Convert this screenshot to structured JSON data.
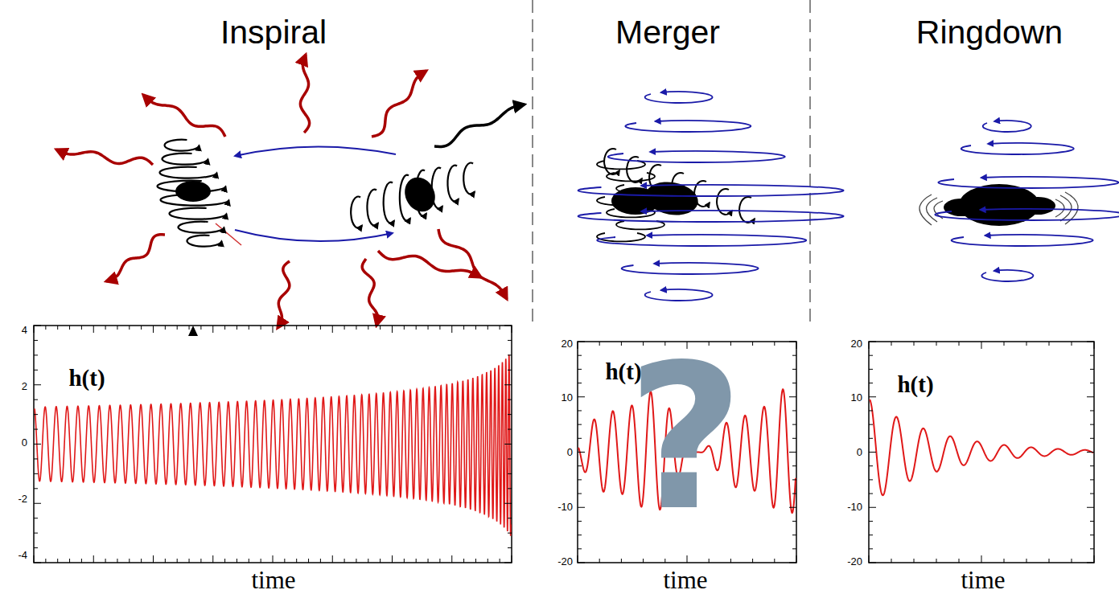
{
  "diagram": {
    "labels": [
      "Inspiral",
      "Merger",
      "Ringdown",
      "h(t)",
      "4",
      "2",
      "0",
      "-2",
      "-4",
      "time",
      "h(t)",
      "20",
      "10",
      "0",
      "-10",
      "-20",
      "?",
      "time",
      "h(t)",
      "20",
      "10",
      "0",
      "-10",
      "-20",
      "time"
    ]
  }
}
